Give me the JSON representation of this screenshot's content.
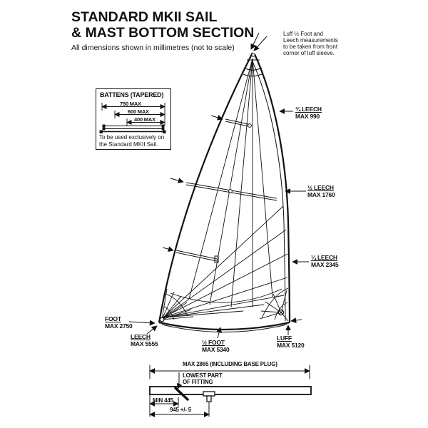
{
  "title": {
    "line1": "STANDARD MKII SAIL",
    "line2": "& MAST BOTTOM SECTION",
    "subtitle": "All dimensions shown in millimetres (not to scale)"
  },
  "note": {
    "line1": "Luff ½ Foot and",
    "line2": "Leech measurements",
    "line3": "to be taken from front",
    "line4": "corner of luff sleeve."
  },
  "battens": {
    "title": "BATTENS (TAPERED)",
    "dim1": "750 MAX",
    "dim2": "600 MAX",
    "dim3": "400 MAX",
    "note1": "To be used exclusively on",
    "note2": "the Standard MKII Sail."
  },
  "labels": {
    "leech34_name": "¾ LEECH",
    "leech34_value": "MAX 990",
    "leech12_name": "½ LEECH",
    "leech12_value": "MAX 1760",
    "leech14_name": "¼ LEECH",
    "leech14_value": "MAX 2345",
    "foot_name": "FOOT",
    "foot_value": "MAX 2750",
    "leech_name": "LEECH",
    "leech_value": "MAX 5555",
    "halffoot_name": "½ FOOT",
    "halffoot_value": "MAX 5340",
    "luff_name": "LUFF",
    "luff_value": "MAX 5120"
  },
  "mast": {
    "overall": "MAX 2865 (INCLUDING BASE PLUG)",
    "fitting1": "LOWEST PART",
    "fitting2": "OF FITTING",
    "min": "MIN 445",
    "offset": "945 +/- 5"
  }
}
